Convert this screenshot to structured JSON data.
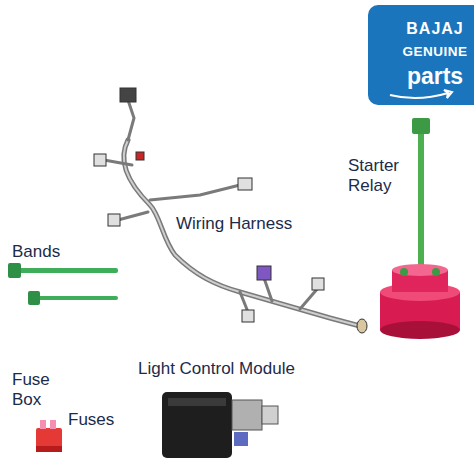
{
  "diagram": {
    "nodes": [
      {
        "text": [
          "BAJAJ",
          "GENUINE",
          "parts"
        ]
      }
    ],
    "labels": [
      "Starter Relay",
      "Wiring Harness",
      "Bands",
      "Light Control Module",
      "Fuse Box",
      "Fuses"
    ]
  }
}
